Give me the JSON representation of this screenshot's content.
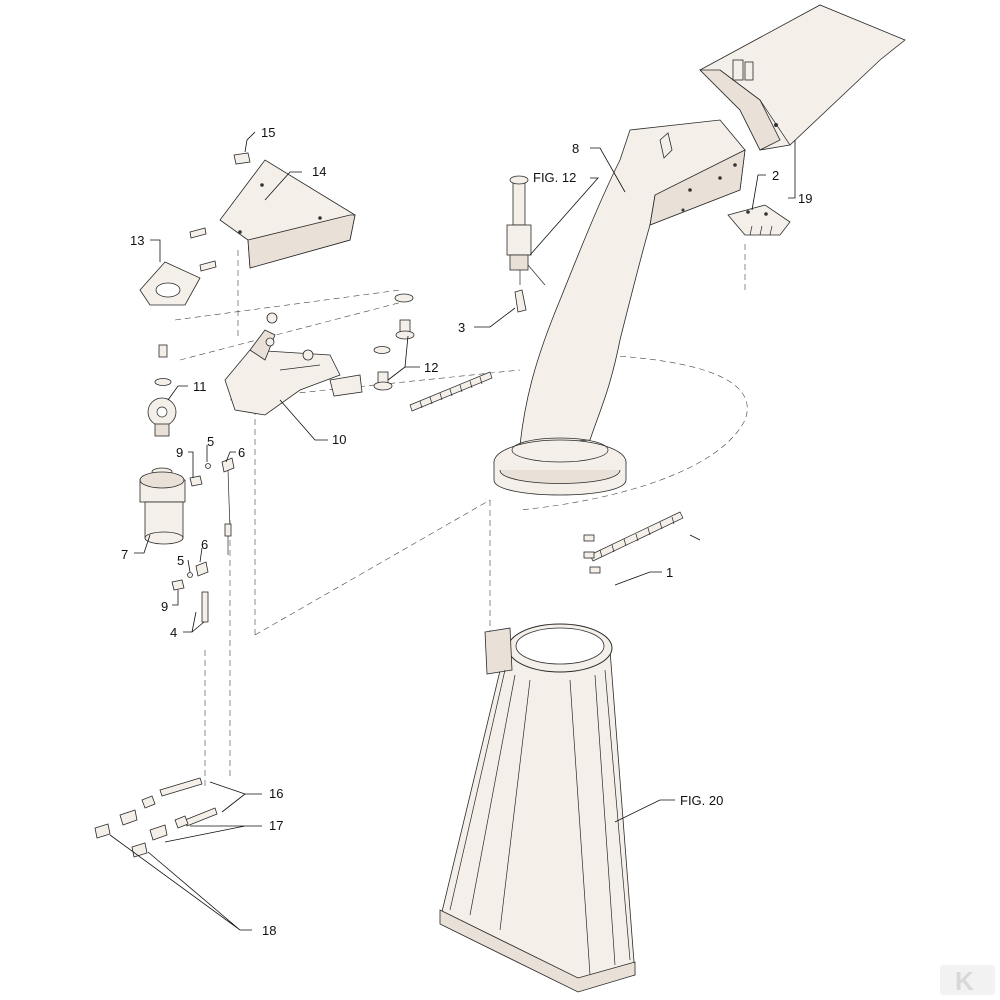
{
  "callouts": {
    "c1": "1",
    "c2": "2",
    "c3": "3",
    "c4": "4",
    "c5a": "5",
    "c5b": "5",
    "c6a": "6",
    "c6b": "6",
    "c7": "7",
    "c8": "8",
    "c9a": "9",
    "c9b": "9",
    "c10": "10",
    "c11": "11",
    "c12": "12",
    "c13": "13",
    "c14": "14",
    "c15": "15",
    "c16": "16",
    "c17": "17",
    "c18": "18",
    "c19": "19",
    "fig12": "FIG. 12",
    "fig20": "FIG. 20"
  },
  "logo": {
    "text": "K",
    "color": "#e6e6e6"
  }
}
